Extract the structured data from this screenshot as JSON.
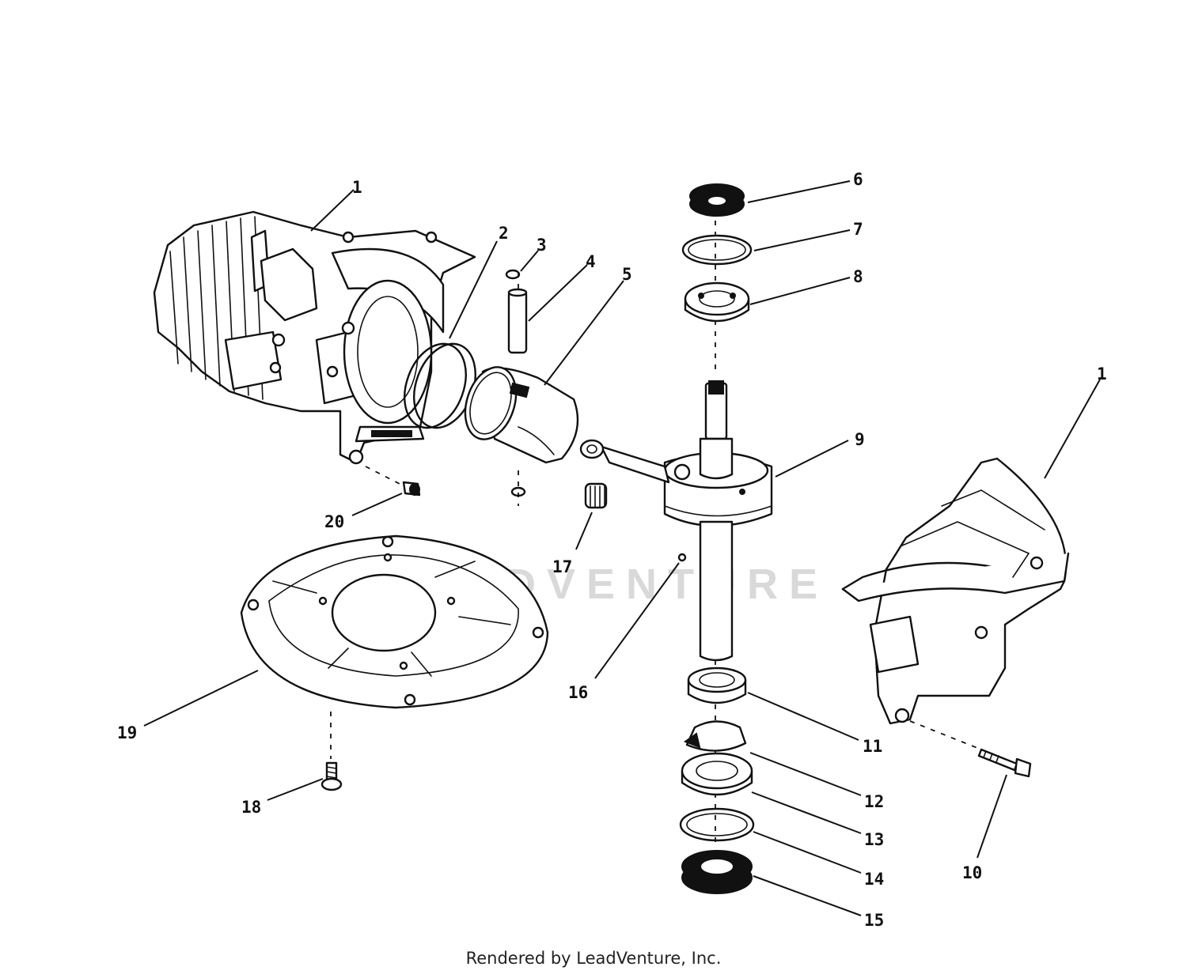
{
  "diagram": {
    "callouts": {
      "c1a": "1",
      "c1b": "1",
      "c2": "2",
      "c3": "3",
      "c4": "4",
      "c5": "5",
      "c6": "6",
      "c7": "7",
      "c8": "8",
      "c9": "9",
      "c10": "10",
      "c11": "11",
      "c12": "12",
      "c13": "13",
      "c14": "14",
      "c15": "15",
      "c16": "16",
      "c17": "17",
      "c18": "18",
      "c19": "19",
      "c20": "20"
    },
    "watermark": "LEADVENTURE"
  },
  "footer": {
    "credit": "Rendered by LeadVenture, Inc."
  }
}
